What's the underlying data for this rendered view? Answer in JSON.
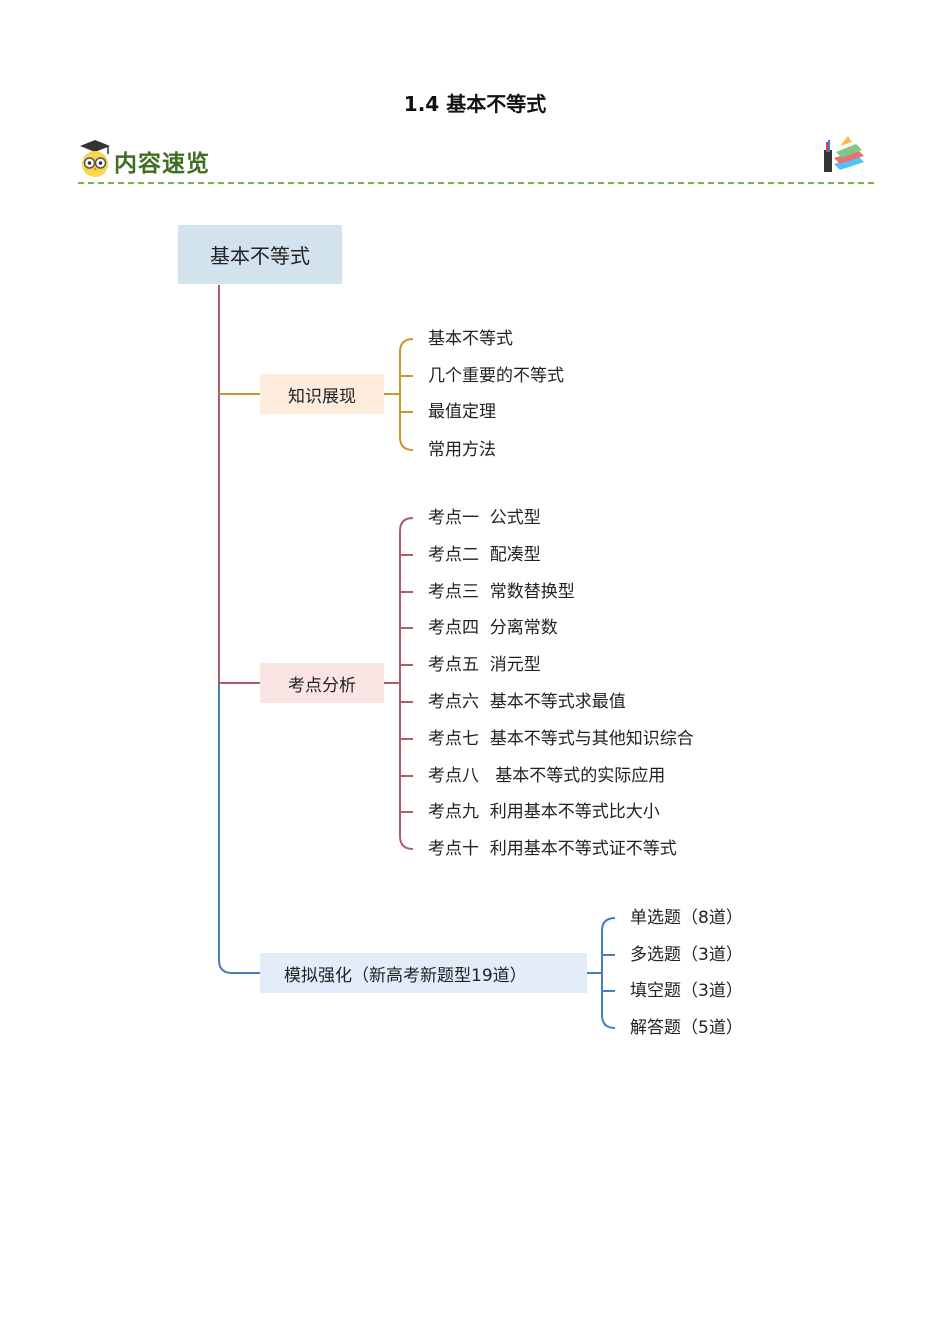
{
  "page": {
    "title": "1.4 基本不等式",
    "section_title": "内容速览"
  },
  "colors": {
    "section_green": "#3d6e22",
    "dash_green": "#7cb342",
    "root_fill": "#d2e3ee",
    "branch1_line": "#c49a2a",
    "branch1_fill": "#fdebdc",
    "branch2_line": "#b15b69",
    "branch2_fill": "#fbe4e4",
    "branch3_line": "#4a7bc0",
    "branch3_fill": "#e3ecf9"
  },
  "mindmap": {
    "root": "基本不等式",
    "branches": [
      {
        "label": "知识展现",
        "children": [
          "基本不等式",
          "几个重要的不等式",
          "最值定理",
          "常用方法"
        ]
      },
      {
        "label": "考点分析",
        "children": [
          "考点一  公式型",
          "考点二  配凑型",
          "考点三  常数替换型",
          "考点四  分离常数",
          "考点五  消元型",
          "考点六  基本不等式求最值",
          "考点七  基本不等式与其他知识综合",
          "考点八   基本不等式的实际应用",
          "考点九  利用基本不等式比大小",
          "考点十  利用基本不等式证不等式"
        ]
      },
      {
        "label": "模拟强化（新高考新题型19道）",
        "children": [
          "单选题（8道）",
          "多选题（3道）",
          "填空题（3道）",
          "解答题（5道）"
        ]
      }
    ]
  }
}
